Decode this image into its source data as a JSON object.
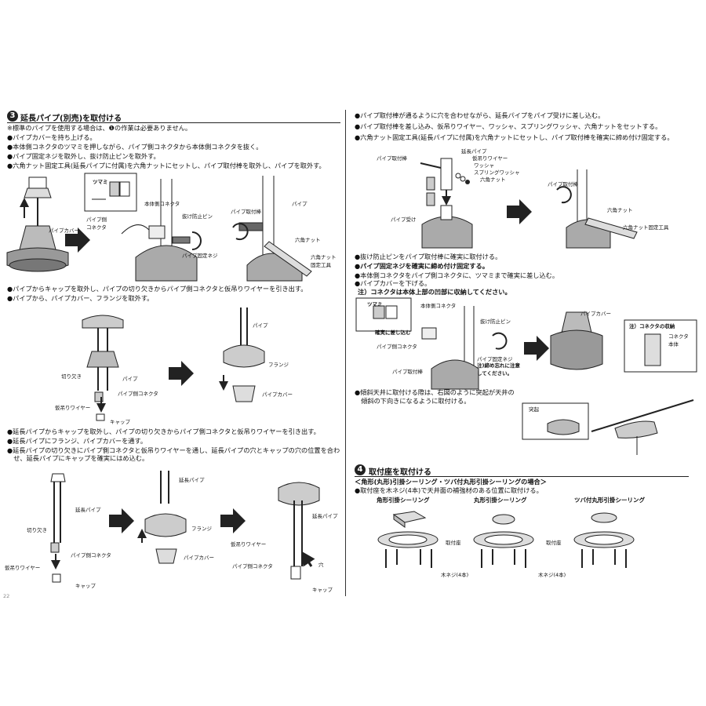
{
  "left": {
    "section3": {
      "number": "3",
      "title": "延長パイプ(別売)を取付ける",
      "steps_a": [
        "※標準のパイプを使用する場合は、❶の作業は必要ありません。",
        "●パイプカバーを持ち上げる。",
        "●本体側コネクタのツマミを押しながら、パイプ側コネクタから本体側コネクタを抜く。",
        "●パイプ固定ネジを取外し、抜け防止ピンを取外す。",
        "●六角ナット固定工具(延長パイプに付属)を六角ナットにセットし、パイプ取付棒を取外し、パイプを取外す。"
      ],
      "fig1": {
        "label_pipe_cover": "パイプカバー",
        "label_tsumami": "ツマミ",
        "label_pipe_connector": "パイプ側\nコネクタ",
        "label_body_connector": "本体側コネクタ",
        "label_pin": "抜け防止ピン",
        "label_screw": "パイプ固定ネジ",
        "label_rod": "パイプ取付棒",
        "label_pipe": "パイプ",
        "label_hexnut": "六角ナット",
        "label_tool": "六角ナット\n固定工具"
      },
      "steps_b": [
        "●パイプからキャップを取外し、パイプの切り欠きからパイプ側コネクタと仮吊りワイヤーを引き出す。",
        "●パイプから、パイプカバー、フランジを取外す。"
      ],
      "fig2": {
        "label_notch": "切り欠き",
        "label_pipe": "パイプ",
        "label_pipe_connector": "パイプ側コネクタ",
        "label_wire": "仮吊りワイヤー",
        "label_cap": "キャップ",
        "label_pipe2": "パイプ",
        "label_flange": "フランジ",
        "label_cover": "パイプカバー"
      },
      "steps_c": [
        "●延長パイプからキャップを取外し、パイプの切り欠きからパイプ側コネクタと仮吊りワイヤーを引き出す。",
        "●延長パイプにフランジ、パイプカバーを通す。",
        "●延長パイプの切り欠きにパイプ側コネクタと仮吊りワイヤーを通し、延長パイプの穴とキャップの穴の位置を合わ",
        "　せ、延長パイプにキャップを確実にはめ込む。"
      ],
      "fig3": {
        "label_ext_pipe": "延長パイプ",
        "label_notch": "切り欠き",
        "label_pipe_connector": "パイプ側コネクタ",
        "label_wire": "仮吊りワイヤー",
        "label_cap": "キャップ",
        "label_ext_pipe2": "延長パイプ",
        "label_flange": "フランジ",
        "label_cover": "パイプカバー",
        "label_ext_pipe3": "延長パイプ",
        "label_wire2": "仮吊りワイヤー",
        "label_pipe_connector2": "パイプ側コネクタ",
        "label_hole": "穴",
        "label_cap2": "キャップ"
      },
      "page_number": "22"
    }
  },
  "right": {
    "steps_a": [
      "●パイプ取付棒が通るように穴を合わせながら、延長パイプをパイプ受けに差し込む。",
      "●パイプ取付棒を差し込み、仮吊りワイヤー、ワッシャ、スプリングワッシャ、六角ナットをセットする。",
      "●六角ナット固定工具(延長パイプに付属)を六角ナットにセットし、パイプ取付棒を確実に締め付け固定する。"
    ],
    "fig4": {
      "label_rod": "パイプ取付棒",
      "label_ext_pipe": "延長パイプ",
      "label_wire": "仮吊りワイヤー",
      "label_washer": "ワッシャ",
      "label_spring": "スプリングワッシャ",
      "label_hexnut": "六角ナット",
      "label_receiver": "パイプ受け",
      "label_rod2": "パイプ取付棒",
      "label_hexnut2": "六角ナット",
      "label_tool": "六角ナット固定工具"
    },
    "steps_b": [
      "●抜け防止ピンをパイプ取付棒に確実に取付ける。",
      "●パイプ固定ネジを確実に締め付け固定する。",
      "●本体側コネクタをパイプ側コネクタに、ツマミまで確実に差し込む。",
      "●パイプカバーを下げる。"
    ],
    "note_title": "注）コネクタは本体上部の凹部に収納してください。",
    "fig5": {
      "label_tsumami": "ツマミ",
      "label_insert": "確実に差し込む",
      "label_body_connector": "本体側コネクタ",
      "label_pipe_connector": "パイプ側コネクタ",
      "label_pin": "抜け防止ピン",
      "label_rod": "パイプ取付棒",
      "label_screw": "パイプ固定ネジ",
      "label_caution": "注)締め忘れに注意\nしてください。",
      "label_cover": "パイプカバー",
      "note_box_title": "注）コネクタの収納",
      "label_connector_body": "コネクタ\n本体"
    },
    "steps_c": [
      "●傾斜天井に取付ける際は、右図のように突起が天井の",
      "　傾斜の下向きになるように取付ける。"
    ],
    "fig6": {
      "label_protrusion": "突起"
    },
    "section4": {
      "number": "4",
      "title": "取付座を取付ける",
      "subtitle": "＜角形(丸形)引掛シーリング・ツバ付丸形引掛シーリングの場合＞",
      "step": "●取付座を木ネジ(4本)で天井面の補強材のある位置に取付ける。",
      "type1": "角形引掛シーリング",
      "type2": "丸形引掛シーリング",
      "type3": "ツバ付丸形引掛シーリング",
      "label_base": "取付座",
      "label_base2": "取付座",
      "label_screw": "木ネジ(4本)",
      "label_screw2": "木ネジ(4本)"
    }
  }
}
